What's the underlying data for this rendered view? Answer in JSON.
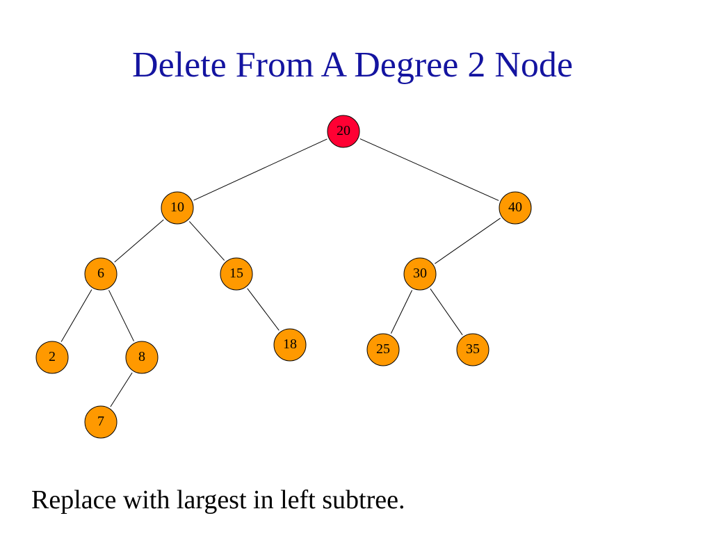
{
  "slide": {
    "title": "Delete From A Degree 2 Node",
    "caption": "Replace with largest in left subtree."
  },
  "colors": {
    "title": "#1414a0",
    "node_fill": "#ff9900",
    "highlight_fill": "#ff0033",
    "stroke": "#000000",
    "edge": "#000000"
  },
  "tree": {
    "nodes": [
      {
        "id": "n20",
        "label": "20",
        "highlighted": true
      },
      {
        "id": "n10",
        "label": "10",
        "highlighted": false
      },
      {
        "id": "n40",
        "label": "40",
        "highlighted": false
      },
      {
        "id": "n6",
        "label": "6",
        "highlighted": false
      },
      {
        "id": "n15",
        "label": "15",
        "highlighted": false
      },
      {
        "id": "n30",
        "label": "30",
        "highlighted": false
      },
      {
        "id": "n2",
        "label": "2",
        "highlighted": false
      },
      {
        "id": "n8",
        "label": "8",
        "highlighted": false
      },
      {
        "id": "n18",
        "label": "18",
        "highlighted": false
      },
      {
        "id": "n25",
        "label": "25",
        "highlighted": false
      },
      {
        "id": "n35",
        "label": "35",
        "highlighted": false
      },
      {
        "id": "n7",
        "label": "7",
        "highlighted": false
      }
    ],
    "edges": [
      {
        "from": "n20",
        "to": "n10"
      },
      {
        "from": "n20",
        "to": "n40"
      },
      {
        "from": "n10",
        "to": "n6"
      },
      {
        "from": "n10",
        "to": "n15"
      },
      {
        "from": "n40",
        "to": "n30"
      },
      {
        "from": "n6",
        "to": "n2"
      },
      {
        "from": "n6",
        "to": "n8"
      },
      {
        "from": "n15",
        "to": "n18"
      },
      {
        "from": "n30",
        "to": "n25"
      },
      {
        "from": "n30",
        "to": "n35"
      },
      {
        "from": "n8",
        "to": "n7"
      }
    ]
  }
}
